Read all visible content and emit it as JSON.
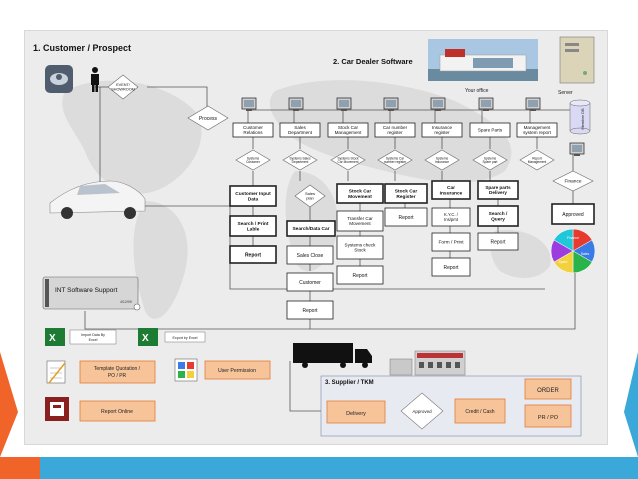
{
  "headings": {
    "customer": "1. Customer / Prospect",
    "software": "2. Car Dealer Software",
    "supplier": "3. Supplier / TKM"
  },
  "captions": {
    "office": "Your office",
    "server": "Server",
    "member_db": "Member DB"
  },
  "flow": {
    "event": [
      "EVENT/",
      "SHOWROOM"
    ],
    "process": "Process",
    "modules": [
      [
        "Customer",
        "Relations"
      ],
      [
        "Sales",
        "Department"
      ],
      [
        "Stock Car",
        "Management"
      ],
      [
        "Car number",
        "register"
      ],
      [
        "Insurance",
        "register"
      ],
      [
        "Spare Parts"
      ],
      [
        "Management",
        "system report"
      ]
    ],
    "systems": [
      [
        "Systems",
        "Customer"
      ],
      [
        "Systems Sales",
        "Department"
      ],
      [
        "Systems Stock",
        "Car Movement"
      ],
      [
        "Systems Car",
        "number register"
      ],
      [
        "Systems",
        "Insurance"
      ],
      [
        "Systems",
        "Spare part"
      ],
      [
        "Report",
        "Management"
      ]
    ],
    "finance": "Finance",
    "sales_plan": [
      "Sales",
      "plan"
    ],
    "customer_input": [
      "Customer Input",
      "Data"
    ],
    "search_print": [
      "Search / Print",
      "Lable"
    ],
    "report": "Report",
    "search_data_car": "Search/Data Car",
    "sales_close": "Sales Close",
    "customer": "Customer",
    "stock_car_movement": [
      "Stock Car",
      "Movement"
    ],
    "transfer_car": [
      "Transfer Car",
      "Movement"
    ],
    "systems_check": [
      "Systems check",
      "Stock"
    ],
    "stock_car_register": [
      "Stock Car",
      "Register"
    ],
    "car_insurance": [
      "Car",
      "Insurance"
    ],
    "kyc": [
      "K.Y.C. /",
      "Ins/pmt"
    ],
    "form_print": "Form / Print",
    "spare_delivery": [
      "Spare parts",
      "Delivery"
    ],
    "search_query": [
      "Search /",
      "Query"
    ],
    "approved": "Approved"
  },
  "support": {
    "title": "INT Software Support",
    "version": "4/12/09",
    "import_excel": [
      "Import Data By",
      "Excel"
    ],
    "export_excel": "Export by Excel",
    "template_quote": [
      "Template Quotation /",
      "PO / PR"
    ],
    "user_permission": "User Permission",
    "report_online": "Report Online"
  },
  "supplier_flow": {
    "delivery": "Delivery",
    "approved": "Approved",
    "credit_cash": "Credit / Cash",
    "order": "ORDER",
    "pr_po": "PR / PO"
  },
  "pie_labels": [
    "Finance",
    "Sales",
    "Spare"
  ],
  "colors": {
    "orange_box": "#f7c49a",
    "orange_border": "#e07b39",
    "blue_bar": "#3aa8d8",
    "accent_orange": "#f0642a",
    "excel_green": "#1e7b34",
    "pie": [
      "#e63b2e",
      "#3b7be6",
      "#29b34a",
      "#f2d13c",
      "#9b3be0",
      "#1fc7d9"
    ]
  }
}
